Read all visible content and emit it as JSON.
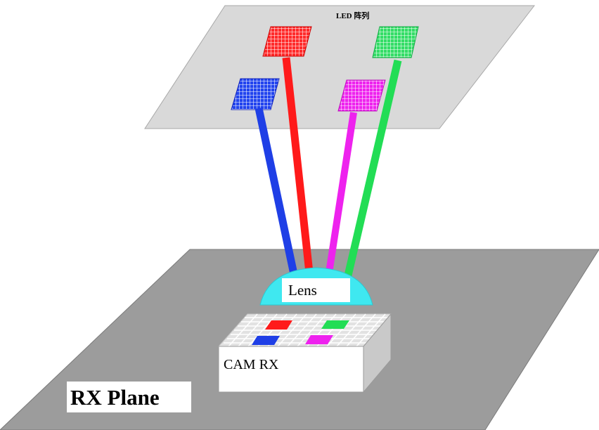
{
  "diagram": {
    "led_plane_label": "LED 阵列",
    "lens_label": "Lens",
    "camera_label": "CAM RX",
    "rx_plane_label": "RX Plane",
    "led_arrays": [
      {
        "id": "red",
        "color": "#ff1a1a"
      },
      {
        "id": "green",
        "color": "#22dd55"
      },
      {
        "id": "blue",
        "color": "#1f3fe6"
      },
      {
        "id": "magenta",
        "color": "#ee22ee"
      }
    ],
    "colors": {
      "led_plane": "#d9d9d9",
      "rx_plane": "#9c9c9c",
      "lens": "#3fe8f0",
      "camera_body": "#ffffff",
      "sensor_grid": "#d8d8d8"
    }
  }
}
